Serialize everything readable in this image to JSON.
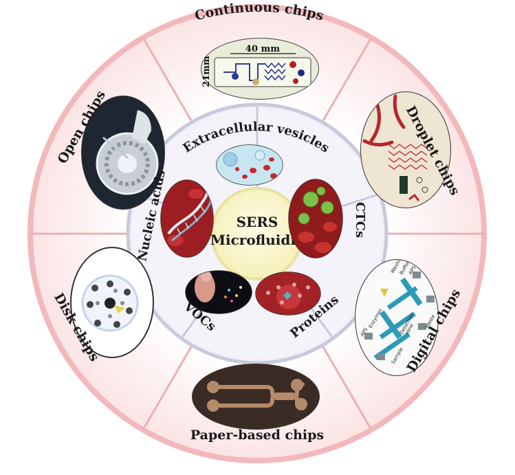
{
  "center": {
    "line1": "SERS",
    "line2": "Microfluidic"
  },
  "outer_segments": [
    {
      "id": "continuous",
      "label": "Continuous chips"
    },
    {
      "id": "droplet",
      "label": "Droplet chips"
    },
    {
      "id": "digital",
      "label": "Digital chips"
    },
    {
      "id": "paper",
      "label": "Paper-based chips"
    },
    {
      "id": "disk",
      "label": "Disk chips"
    },
    {
      "id": "open",
      "label": "Open chips"
    }
  ],
  "inner_segments": [
    {
      "id": "ev",
      "label": "Extracellular vesicles"
    },
    {
      "id": "ctcs",
      "label": "CTCs"
    },
    {
      "id": "proteins",
      "label": "Proteins"
    },
    {
      "id": "vocs",
      "label": "VOCs"
    },
    {
      "id": "nucleic",
      "label": "Nucleic acids"
    }
  ],
  "continuous_chip": {
    "width_label": "40 mm",
    "height_label": "21mm"
  },
  "digital_chip_labels": [
    "Washing",
    "Buffer",
    "APS",
    "Enzymes",
    "APS",
    "Detection",
    "zone",
    "Sample",
    "Waste"
  ],
  "colors": {
    "outer_ring": "#f2b8bc",
    "outer_fill": "#fdeeee",
    "divider": "#ebb0b4",
    "inner_ring": "#c9c9dc",
    "inner_fill": "#eeeef6",
    "center_fill": "#fbf6cf",
    "center_ring": "#e8e2a0"
  }
}
